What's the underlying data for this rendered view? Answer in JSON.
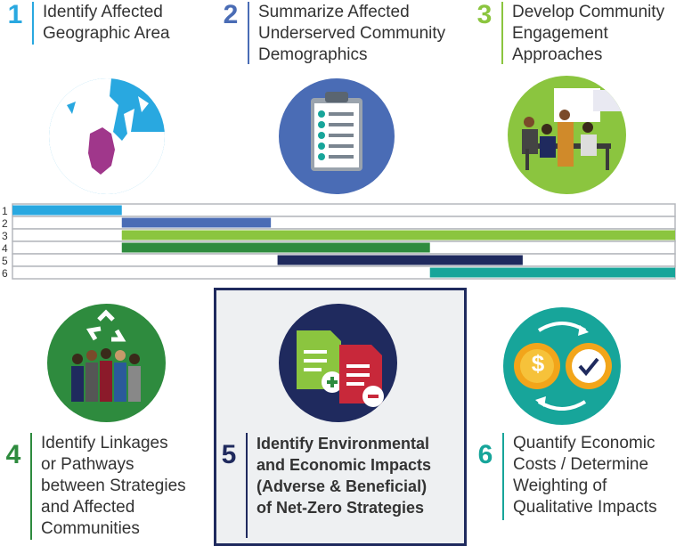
{
  "colors": {
    "step1": "#29a8e0",
    "step2": "#4a6cb5",
    "step3": "#8bc53f",
    "step4": "#2e8b3e",
    "step5": "#1f2a5e",
    "step6": "#17a59a"
  },
  "steps": [
    {
      "number": "1",
      "lines": [
        "Identify Affected",
        "Geographic Area"
      ],
      "icon": "map-icon"
    },
    {
      "number": "2",
      "lines": [
        "Summarize Affected",
        "Underserved Community",
        "Demographics"
      ],
      "icon": "clipboard-checklist-icon"
    },
    {
      "number": "3",
      "lines": [
        "Develop Community",
        "Engagement",
        "Approaches"
      ],
      "icon": "meeting-people-icon"
    },
    {
      "number": "4",
      "lines": [
        "Identify Linkages",
        "or Pathways",
        "between Strategies",
        "and Affected",
        "Communities"
      ],
      "icon": "recycle-people-icon"
    },
    {
      "number": "5",
      "lines": [
        "Identify Environmental",
        "and Economic Impacts",
        "(Adverse & Beneficial)",
        "of Net-Zero Strategies"
      ],
      "icon": "plus-minus-documents-icon"
    },
    {
      "number": "6",
      "lines": [
        "Quantify Economic",
        "Costs / Determine",
        "Weighting of",
        "Qualitative Impacts"
      ],
      "icon": "dollar-exchange-icon"
    }
  ],
  "timeline": {
    "rows": [
      {
        "label": "1",
        "start": 0.0,
        "end": 0.165
      },
      {
        "label": "2",
        "start": 0.165,
        "end": 0.39
      },
      {
        "label": "3",
        "start": 0.165,
        "end": 1.0
      },
      {
        "label": "4",
        "start": 0.165,
        "end": 0.63
      },
      {
        "label": "5",
        "start": 0.4,
        "end": 0.77
      },
      {
        "label": "6",
        "start": 0.63,
        "end": 1.0
      }
    ]
  }
}
